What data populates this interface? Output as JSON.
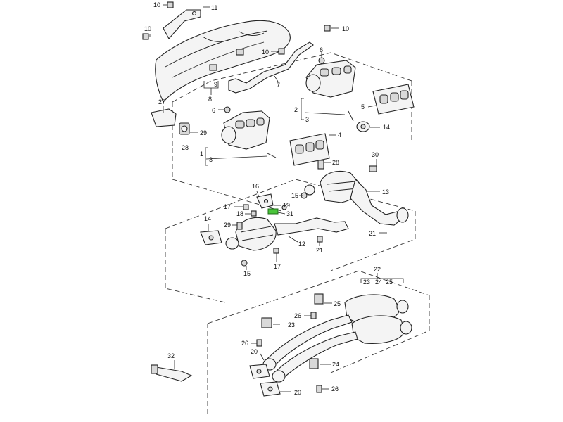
{
  "diagram": {
    "labels": {
      "l10a": "10",
      "l11": "11",
      "l10b": "10",
      "l10c": "10",
      "l10d": "10",
      "l6a": "6",
      "l9": "9",
      "l8": "8",
      "l7": "7",
      "l2": "2",
      "l3a": "3",
      "l5": "5",
      "l14a": "14",
      "l6b": "6",
      "l4": "4",
      "l27": "27",
      "l29a": "29",
      "l28a": "28",
      "l1": "1",
      "l3b": "3",
      "l30": "30",
      "l28b": "28",
      "l15a": "15",
      "l13": "13",
      "l16": "16",
      "l17a": "17",
      "l19": "19",
      "l18": "18",
      "l31": "31",
      "l14b": "14",
      "l29b": "29",
      "l12": "12",
      "l21a": "21",
      "l21b": "21",
      "l15b": "15",
      "l17b": "17",
      "l22": "22",
      "l23a": "23",
      "l24a": "24",
      "l25a": "25",
      "l26a": "26",
      "l25b": "25",
      "l23b": "23",
      "l26b": "26",
      "l20a": "20",
      "l24b": "24",
      "l32": "32",
      "l20b": "20",
      "l26c": "26"
    }
  }
}
